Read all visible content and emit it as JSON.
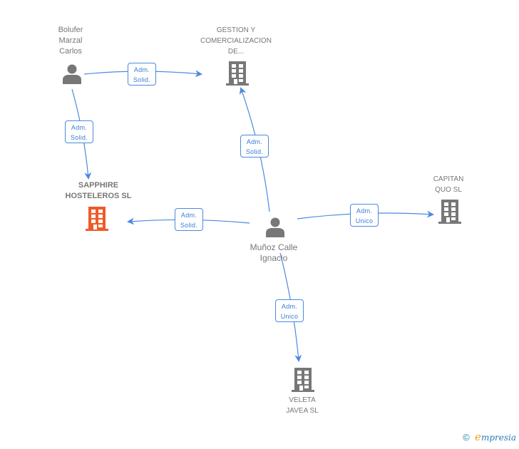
{
  "nodes": {
    "bolufer": {
      "type": "person",
      "label_lines": [
        "Bolufer",
        "Marzal",
        "Carlos"
      ]
    },
    "gestion": {
      "type": "company",
      "label_lines": [
        "GESTION Y",
        "COMERCIALIZACION",
        "DE..."
      ]
    },
    "sapphire": {
      "type": "company",
      "highlight": true,
      "label_lines": [
        "SAPPHIRE",
        "HOSTELEROS SL"
      ]
    },
    "munoz": {
      "type": "person",
      "label_lines": [
        "Muñoz Calle",
        "Ignacio"
      ]
    },
    "capitan": {
      "type": "company",
      "label_lines": [
        "CAPITAN",
        "QUO SL"
      ]
    },
    "veleta": {
      "type": "company",
      "label_lines": [
        "VELETA",
        "JAVEA  SL"
      ]
    }
  },
  "edges": [
    {
      "from": "bolufer",
      "to": "gestion",
      "label_lines": [
        "Adm.",
        "Solid."
      ]
    },
    {
      "from": "bolufer",
      "to": "sapphire",
      "label_lines": [
        "Adm.",
        "Solid."
      ]
    },
    {
      "from": "munoz",
      "to": "gestion",
      "label_lines": [
        "Adm.",
        "Solid."
      ]
    },
    {
      "from": "munoz",
      "to": "sapphire",
      "label_lines": [
        "Adm.",
        "Solid."
      ]
    },
    {
      "from": "munoz",
      "to": "capitan",
      "label_lines": [
        "Adm.",
        "Unico"
      ]
    },
    {
      "from": "munoz",
      "to": "veleta",
      "label_lines": [
        "Adm.",
        "Unico"
      ]
    }
  ],
  "colors": {
    "edge": "#4a8ae0",
    "icon": "#777777",
    "highlight_icon": "#f05a28"
  },
  "footer": {
    "copyright": "©",
    "brand_first": "e",
    "brand_rest": "mpresia"
  }
}
